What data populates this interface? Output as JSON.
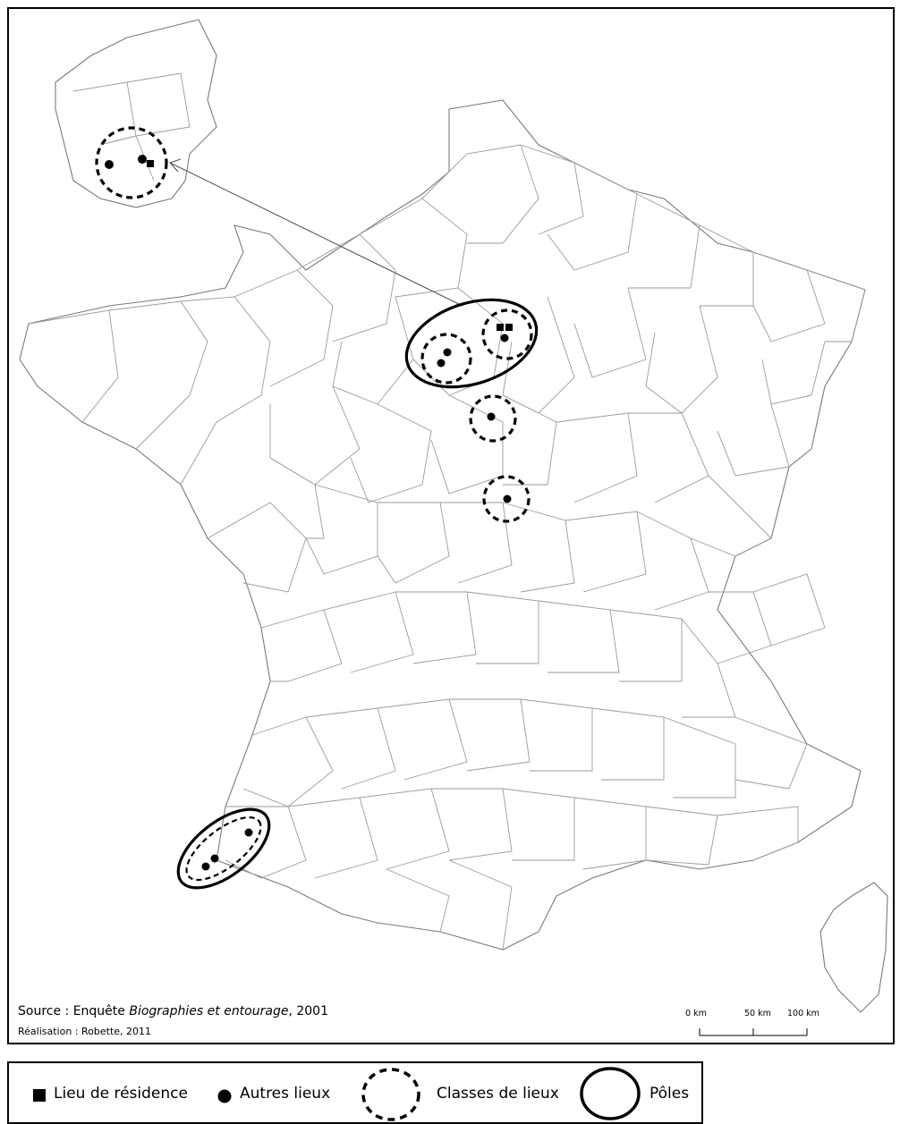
{
  "map": {
    "source_prefix": "Source : Enquête ",
    "source_title": "Biographies et entourage",
    "source_suffix": ", 2001",
    "realisation": "Réalisation : Robette, 2011",
    "scale": {
      "labels": [
        "0 km",
        "50 km",
        "100 km"
      ]
    }
  },
  "legend": {
    "items": [
      {
        "label": "Lieu de résidence",
        "symbol": "square-icon"
      },
      {
        "label": "Autres lieux",
        "symbol": "dot-icon"
      },
      {
        "label": "Classes de lieux",
        "symbol": "dashed-circle-icon"
      },
      {
        "label": "Pôles",
        "symbol": "solid-circle-icon"
      }
    ]
  },
  "colors": {
    "symbols": "#000000",
    "boundaries": "#9a9a9a",
    "frame": "#000000"
  }
}
